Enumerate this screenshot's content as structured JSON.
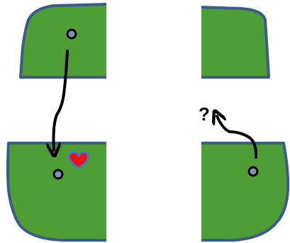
{
  "colors": {
    "background": "#ffffff",
    "land_fill": "#4f9e35",
    "land_stroke": "#3c5a8c",
    "path_stroke": "#000000",
    "dot_fill": "#7d93b8",
    "heart_fill": "#ee1111",
    "heart_stroke": "#4a74c4"
  },
  "panels": [
    {
      "id": "top-left",
      "icons": [
        "start-dot"
      ]
    },
    {
      "id": "top-right",
      "icons": []
    },
    {
      "id": "bottom-left",
      "icons": [
        "end-dot",
        "heart-icon"
      ]
    },
    {
      "id": "bottom-right",
      "icons": [
        "start-dot"
      ]
    }
  ],
  "annotations": {
    "unknown_destination": "?"
  }
}
